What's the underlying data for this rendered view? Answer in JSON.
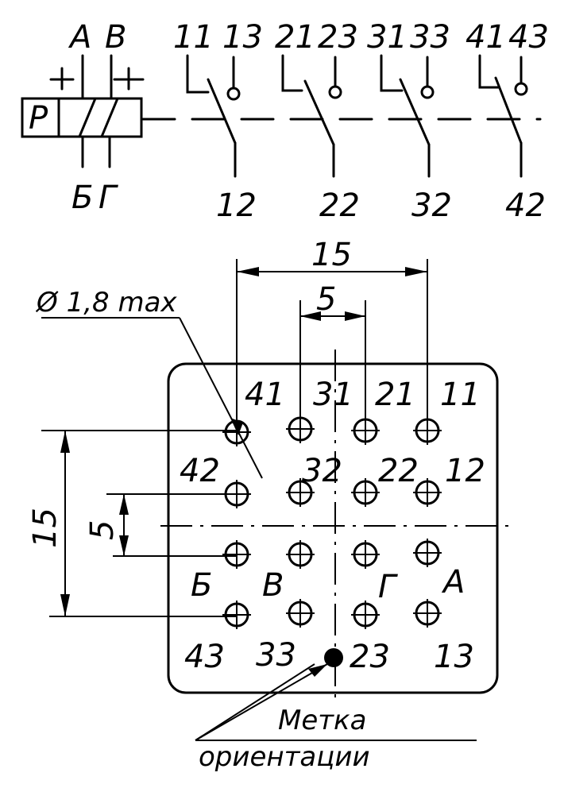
{
  "schematic": {
    "coil_label": "P",
    "coil_terminals_top": [
      "A",
      "B"
    ],
    "coil_polarity": [
      "+",
      "+"
    ],
    "coil_terminals_bottom": [
      "Б",
      "Г"
    ],
    "contacts": [
      {
        "common": "12",
        "nc": "11",
        "no": "13"
      },
      {
        "common": "22",
        "nc": "21",
        "no": "23"
      },
      {
        "common": "32",
        "nc": "31",
        "no": "33"
      },
      {
        "common": "42",
        "nc": "41",
        "no": "43"
      }
    ]
  },
  "pinout": {
    "dim_overall_h": "15",
    "dim_pitch_h": "5",
    "dim_overall_v": "15",
    "dim_pitch_v": "5",
    "hole_callout": "Ø 1,8 max",
    "row1": [
      "41",
      "31",
      "21",
      "11"
    ],
    "row2": [
      "42",
      "32",
      "22",
      "12"
    ],
    "row3": [
      "Б",
      "В",
      "Г",
      "А"
    ],
    "row4": [
      "43",
      "33",
      "23",
      "13"
    ],
    "orientation_label_line1": "Метка",
    "orientation_label_line2": "ориентации"
  }
}
